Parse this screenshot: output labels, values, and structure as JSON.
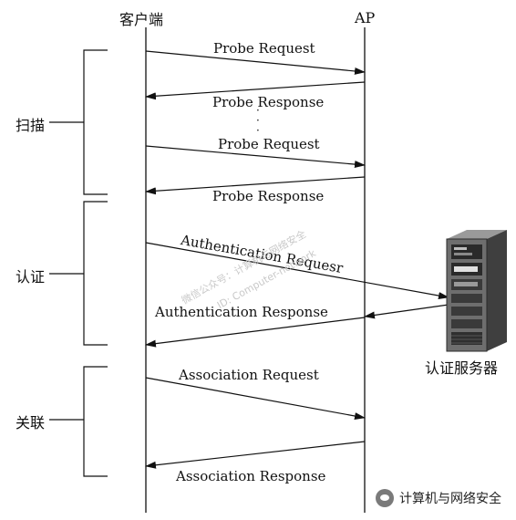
{
  "participants": {
    "client": "客户端",
    "ap": "AP",
    "auth_server": "认证服务器"
  },
  "phases": {
    "scan": "扫描",
    "auth": "认证",
    "assoc": "关联"
  },
  "messages": {
    "probe_req_1": "Probe Request",
    "probe_resp_1": "Probe Response",
    "ellipsis": "·\n·\n·",
    "probe_req_2": "Probe Request",
    "probe_resp_2": "Probe Response",
    "auth_req": "Authentication Requesr",
    "auth_resp": "Authentication Response",
    "assoc_req": "Association Request",
    "assoc_resp": "Association Response"
  },
  "watermark": {
    "line1": "微信公众号：计算机与网络安全",
    "line2": "ID: Computer-network"
  },
  "brand": "计算机与网络安全"
}
